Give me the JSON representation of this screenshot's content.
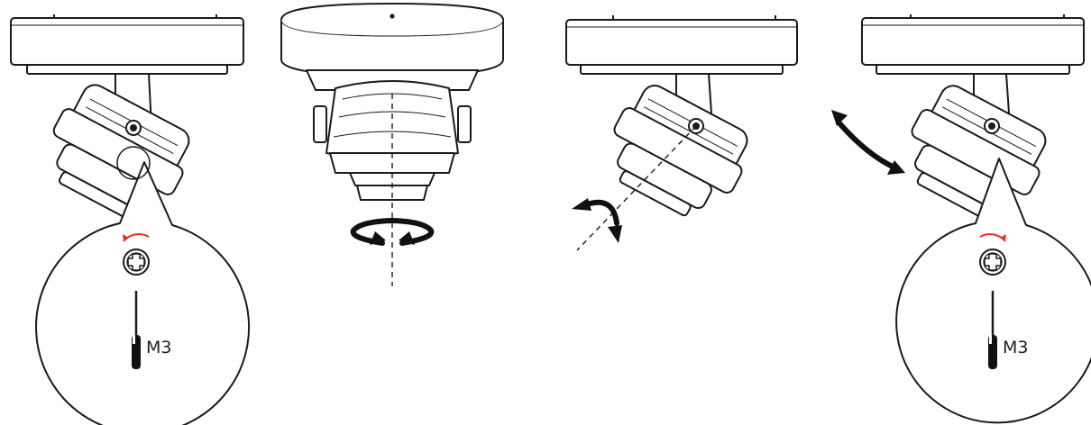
{
  "steps": [
    {
      "id": "loosen",
      "tool": "M3",
      "screw_rotation": "counterclockwise"
    },
    {
      "id": "pan",
      "motion": "rotate-around-vertical-axis"
    },
    {
      "id": "tilt",
      "motion": "tilt"
    },
    {
      "id": "tighten",
      "tool": "M3",
      "screw_rotation": "clockwise"
    }
  ],
  "colors": {
    "line": "#1a1a1a",
    "arrow": "#111111",
    "rotation_hint": "#e0342a",
    "background": "#ffffff"
  },
  "icons": [
    "camera-dome-icon",
    "phillips-screw-icon",
    "screwdriver-icon",
    "rotate-arrow-icon",
    "tilt-arrow-icon",
    "curved-double-arrow-icon"
  ]
}
